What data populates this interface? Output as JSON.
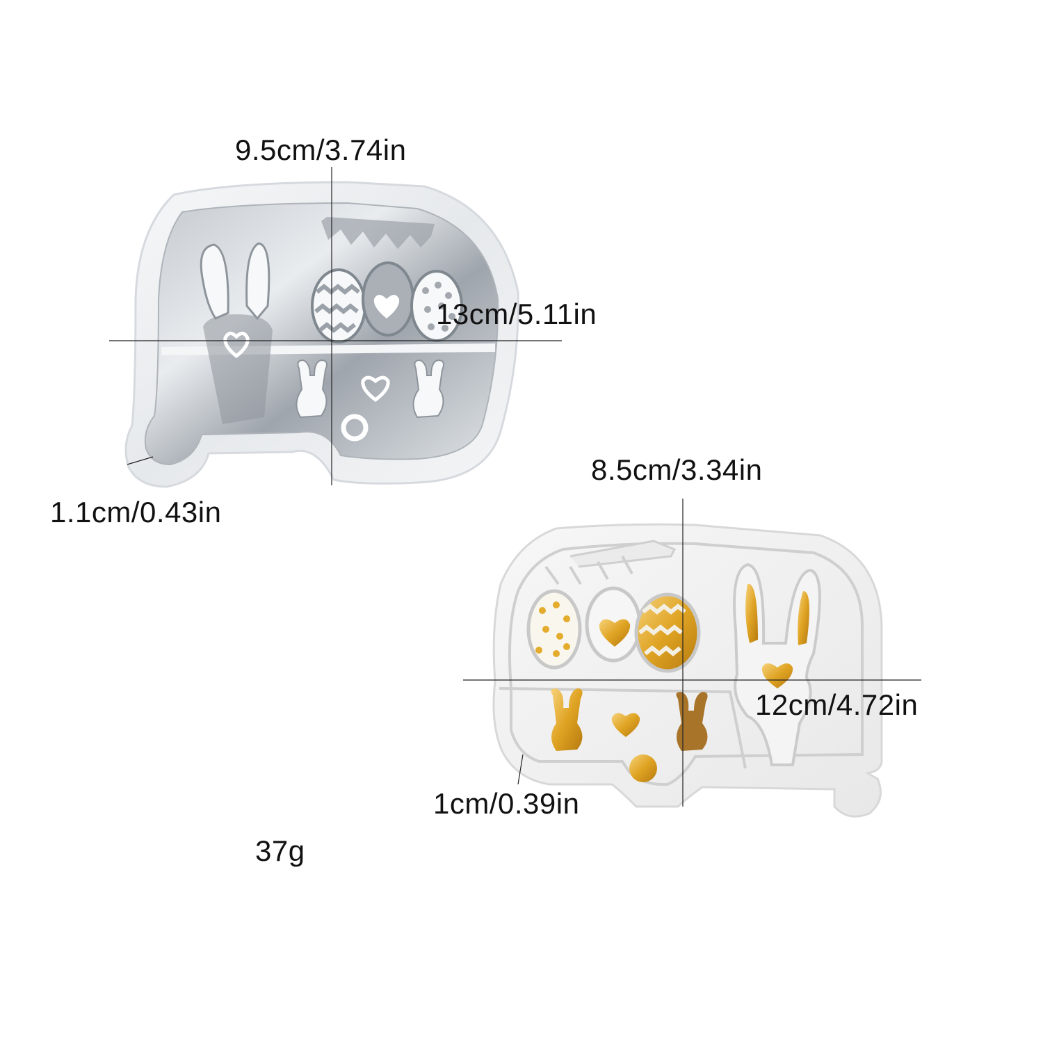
{
  "molds": [
    {
      "id": "transparent-mold",
      "width_label": "9.5cm/3.74in",
      "length_label": "13cm/5.11in",
      "depth_label": "1.1cm/0.43in"
    },
    {
      "id": "white-mold",
      "width_label": "8.5cm/3.34in",
      "length_label": "12cm/4.72in",
      "depth_label": "1cm/0.39in"
    }
  ],
  "weight_label": "37g",
  "colors": {
    "background": "#ffffff",
    "clear_silicone": "#eef0f2",
    "clear_silicone_dark": "#b7bcc2",
    "white_silicone": "#f2f2f2",
    "cavity_shadow": "#c9c9c9",
    "gold_fill": "#e3ac2c",
    "text": "#111111",
    "measure_line": "#222222"
  }
}
